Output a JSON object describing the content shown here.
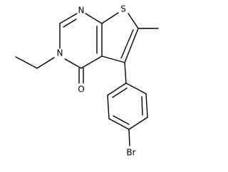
{
  "molecule": {
    "atoms": {
      "ring_n_top": "N",
      "ring_n_ethyl": "N",
      "thiophene_s": "S",
      "carbonyl_o": "O",
      "bromine": "Br"
    },
    "colors": {
      "bond": "#000000",
      "label": "#000000",
      "background": "#ffffff"
    }
  }
}
